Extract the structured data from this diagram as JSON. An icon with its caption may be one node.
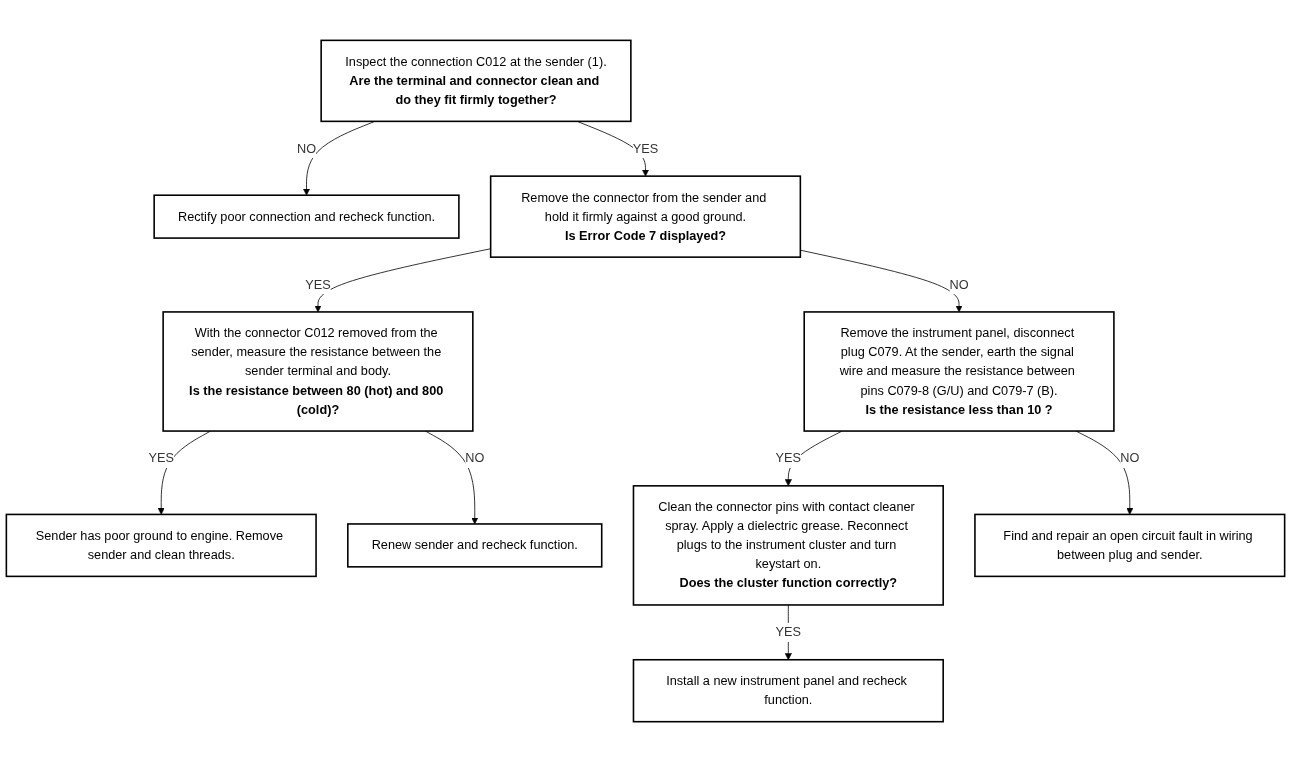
{
  "diagram": {
    "nodes": [
      {
        "text": [
          "Inspect the connection C012 at the sender (1).",
          "Are the terminal and connector clean and do they fit firmly together?"
        ]
      },
      {
        "text": [
          "Rectify poor connection and recheck function."
        ]
      },
      {
        "text": [
          "Remove the connector from the sender and hold it firmly against a good ground.",
          "Is Error Code 7 displayed?"
        ]
      },
      {
        "text": [
          "With the connector C012 removed from the sender, measure the resistance between the sender terminal and body.",
          "Is the resistance between 80 (hot) and 800 (cold)?"
        ]
      },
      {
        "text": [
          "Remove the instrument panel, disconnect plug C079. At the sender, earth the signal wire and measure the resistance between pins C079-8 (G/U) and C079-7 (B).",
          "Is the resistance less than 10 ?"
        ]
      },
      {
        "text": [
          "Sender has poor ground to engine. Remove sender and clean threads."
        ]
      },
      {
        "text": [
          "Renew sender and recheck function."
        ]
      },
      {
        "text": [
          "Clean the connector pins with contact cleaner spray. Apply a dielectric grease. Reconnect plugs to the instrument cluster and turn keystart on.",
          "Does the cluster function correctly?"
        ]
      },
      {
        "text": [
          "Find and repair an open circuit fault in wiring between plug and sender."
        ]
      },
      {
        "text": [
          "Install a new instrument panel and recheck function."
        ]
      }
    ],
    "edges": [
      {
        "from": 0,
        "to": 1,
        "arrow": "to",
        "label": "NO"
      },
      {
        "from": 0,
        "to": 2,
        "arrow": "to",
        "label": "YES"
      },
      {
        "from": 2,
        "to": 3,
        "arrow": "to",
        "label": "YES"
      },
      {
        "from": 2,
        "to": 4,
        "arrow": "to",
        "label": "NO"
      },
      {
        "from": 3,
        "to": 5,
        "arrow": "to",
        "label": "YES"
      },
      {
        "from": 3,
        "to": 6,
        "arrow": "to",
        "label": "NO"
      },
      {
        "from": 4,
        "to": 7,
        "arrow": "to",
        "label": "YES"
      },
      {
        "from": 4,
        "to": 8,
        "arrow": "to",
        "label": "NO"
      },
      {
        "from": 7,
        "to": 9,
        "arrow": "to",
        "label": "YES"
      }
    ]
  }
}
